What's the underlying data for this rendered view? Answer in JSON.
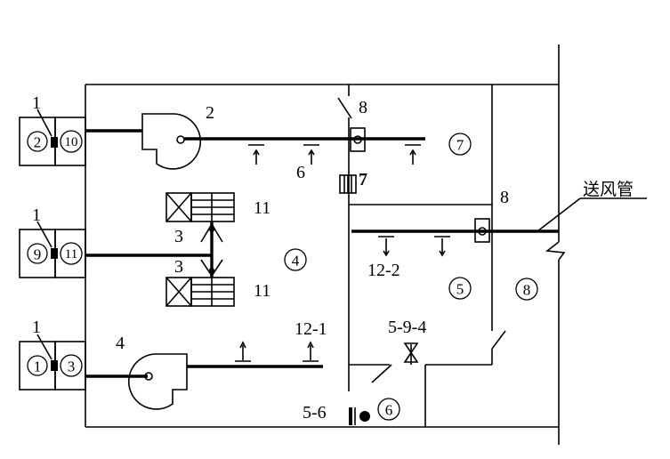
{
  "labels": {
    "unit_top_1": "1",
    "unit_mid_1": "1",
    "unit_bot_1": "1",
    "fan_top": "2",
    "fan_bottom": "4",
    "coil_upper": "3",
    "coil_lower": "3",
    "coil_upper_11": "11",
    "coil_lower_11": "11",
    "damper_8_top": "8",
    "damper_8_right": "8",
    "outlet_6": "6",
    "outlet_12_1": "12-1",
    "outlet_12_2": "12-2",
    "item_7_box": "7",
    "valve_label": "5-9-4",
    "pump_label": "5-6",
    "supply_duct": "送风管"
  },
  "circled": {
    "unit_top_left": "2",
    "unit_top_right": "10",
    "unit_mid_left": "9",
    "unit_mid_right": "11",
    "unit_bot_left": "1",
    "unit_bot_right": "3",
    "room_4": "4",
    "room_5": "5",
    "room_6": "6",
    "room_7": "7",
    "room_8": "8"
  }
}
